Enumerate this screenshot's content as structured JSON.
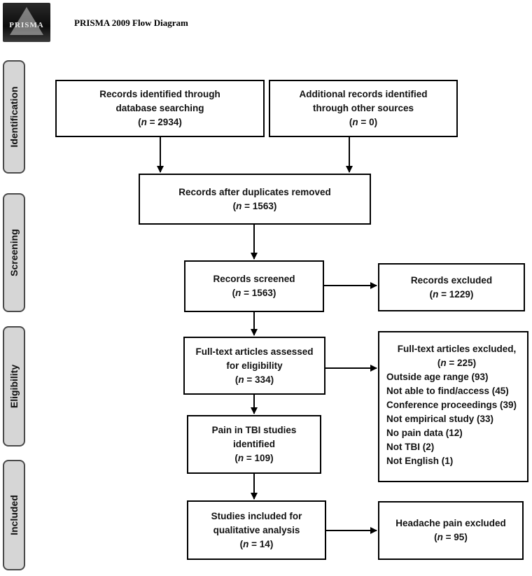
{
  "header": {
    "logo_text": "PRISMA",
    "title": "PRISMA 2009 Flow Diagram"
  },
  "phases": {
    "identification": "Identification",
    "screening": "Screening",
    "eligibility": "Eligibility",
    "included": "Included"
  },
  "boxes": {
    "db_search": {
      "line1": "Records identified through",
      "line2": "database searching",
      "count": "2934"
    },
    "other_sources": {
      "line1": "Additional records identified",
      "line2": "through other sources",
      "count": "0"
    },
    "after_duplicates": {
      "line1": "Records after duplicates removed",
      "count": "1563"
    },
    "screened": {
      "line1": "Records screened",
      "count": "1563"
    },
    "excluded": {
      "line1": "Records excluded",
      "count": "1229"
    },
    "fulltext_assessed": {
      "line1": "Full-text articles assessed",
      "line2": "for eligibility",
      "count": "334"
    },
    "fulltext_excluded": {
      "line1": "Full-text articles excluded,",
      "count": "225",
      "reasons": [
        "Outside age range (93)",
        "Not able to find/access (45)",
        "Conference proceedings (39)",
        "Not empirical study (33)",
        "No pain data (12)",
        "Not TBI (2)",
        "Not English (1)"
      ]
    },
    "pain_tbi": {
      "line1": "Pain in TBI studies",
      "line2": "identified",
      "count": "109"
    },
    "included_studies": {
      "line1": "Studies included for",
      "line2": "qualitative analysis",
      "count": "14"
    },
    "headache_excluded": {
      "line1": "Headache pain excluded",
      "count": "95"
    }
  },
  "labels": {
    "n_symbol": "n",
    "eq": " = "
  }
}
